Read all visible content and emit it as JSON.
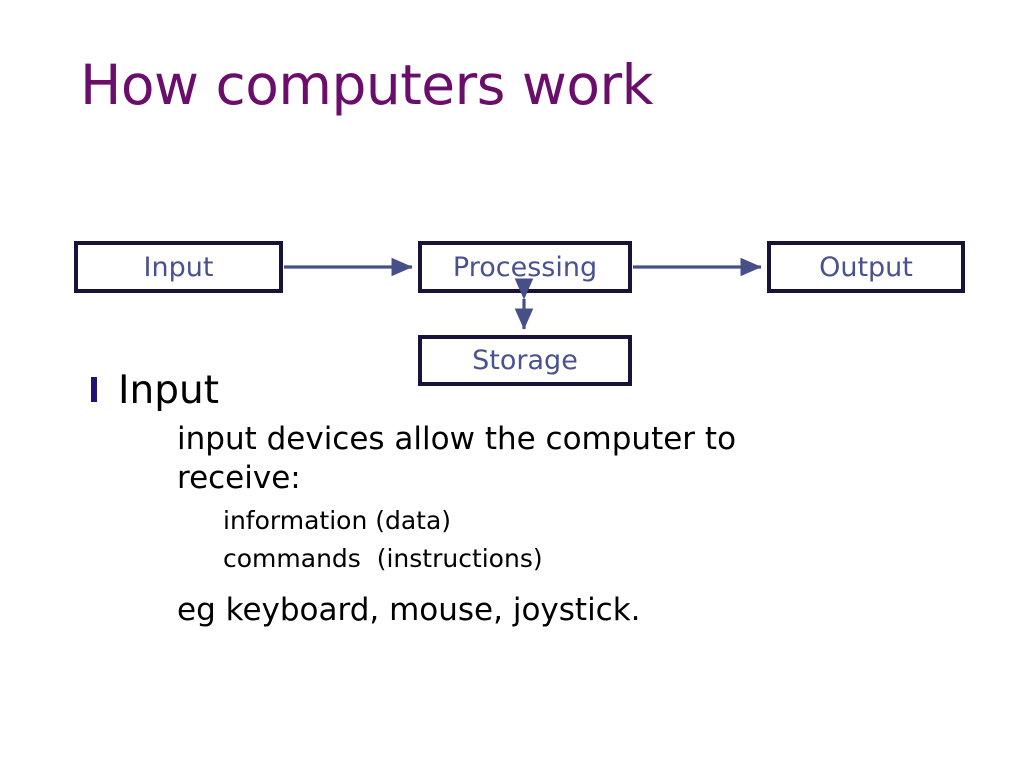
{
  "slide": {
    "title": "How computers work",
    "title_color": "#6B0D6B",
    "background_color": "#ffffff"
  },
  "diagram": {
    "type": "flowchart",
    "box_border_color": "#19123B",
    "box_text_color": "#4A5190",
    "arrow_color": "#474F89",
    "boxes": [
      {
        "id": "input",
        "label": "Input"
      },
      {
        "id": "processing",
        "label": "Processing"
      },
      {
        "id": "output",
        "label": "Output"
      },
      {
        "id": "storage",
        "label": "Storage"
      }
    ],
    "connectors": [
      {
        "from": "input",
        "to": "processing",
        "direction": "single",
        "orientation": "horizontal"
      },
      {
        "from": "processing",
        "to": "output",
        "direction": "single",
        "orientation": "horizontal"
      },
      {
        "from": "processing",
        "to": "storage",
        "direction": "double",
        "orientation": "vertical"
      }
    ]
  },
  "bullets": {
    "level1": {
      "text": "Input",
      "marker": "diamond-bullet-icon",
      "marker_color": "#3B1BA8"
    },
    "level2": [
      {
        "text": "input devices allow the computer to receive:",
        "marker": "square-bullet-icon",
        "marker_color": "#393E79"
      },
      {
        "text": "eg keyboard, mouse, joystick.",
        "marker": "square-bullet-icon",
        "marker_color": "#393E79"
      }
    ],
    "level3": [
      {
        "text": "information (data)",
        "marker": "small-diamond-bullet-icon",
        "marker_color": "#6B7FD0"
      },
      {
        "text": "commands  (instructions)",
        "marker": "small-diamond-bullet-icon",
        "marker_color": "#6B7FD0"
      }
    ]
  }
}
